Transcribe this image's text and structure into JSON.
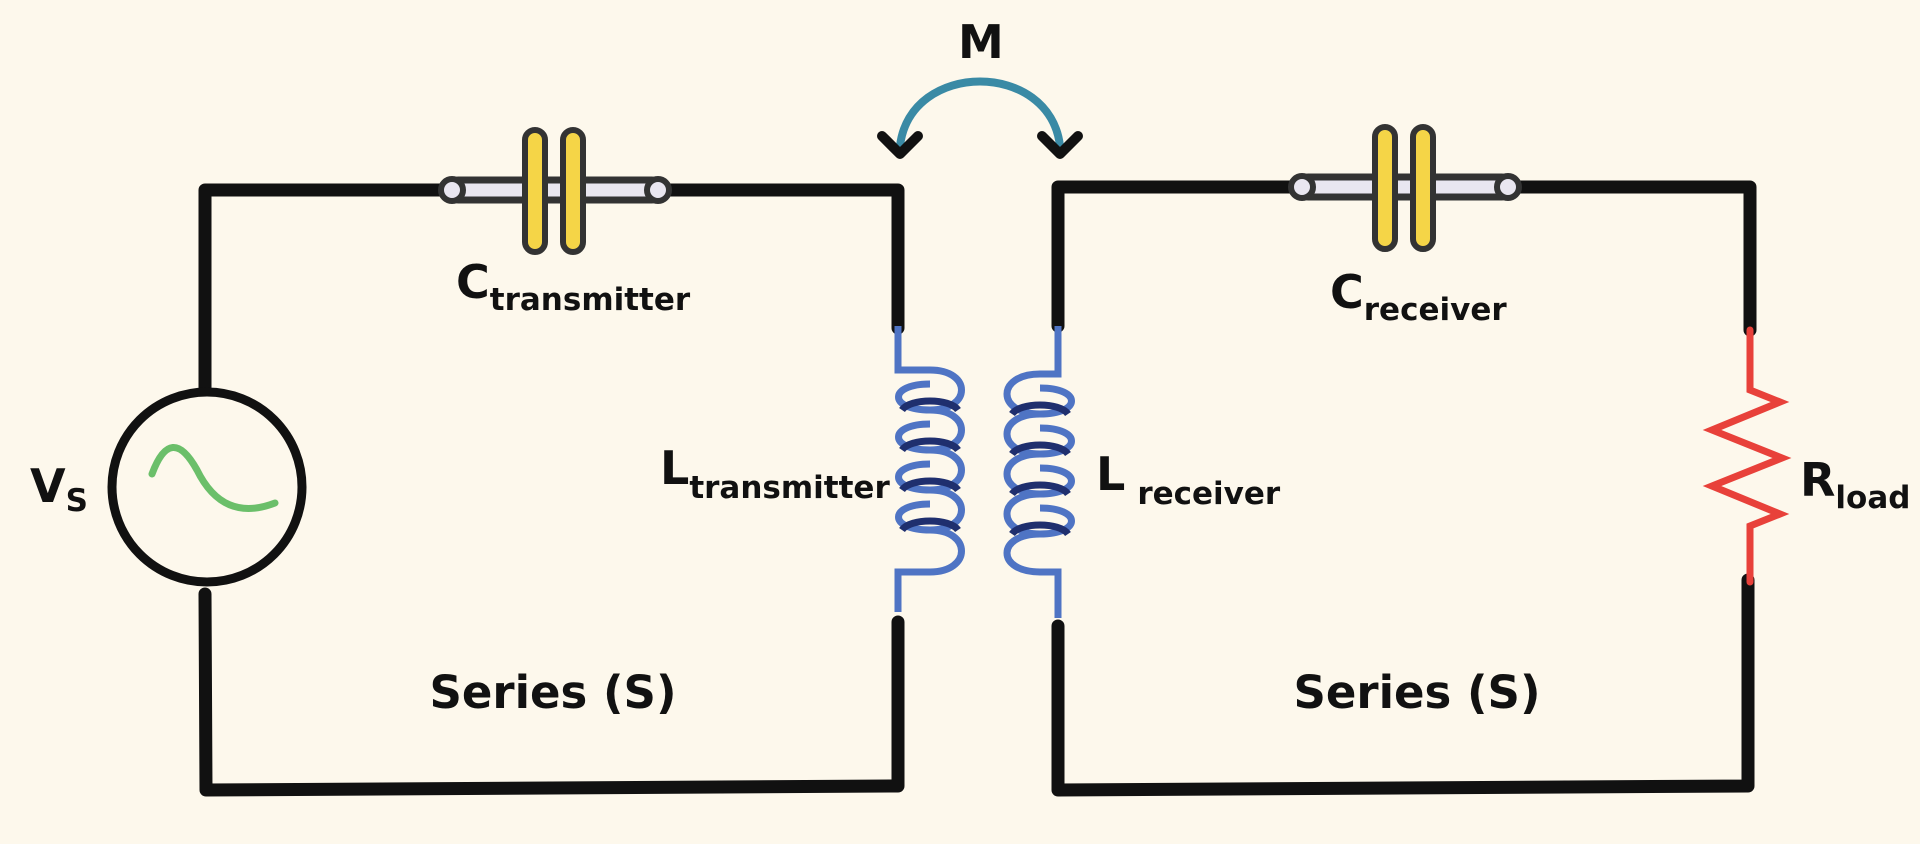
{
  "labels": {
    "mutual": "M",
    "source_main": "V",
    "source_sub": "S",
    "c_tx_main": "C",
    "c_tx_sub": "transmitter",
    "l_tx_main": "L",
    "l_tx_sub": "transmitter",
    "l_rx_main": "L",
    "l_rx_sub": "receiver",
    "c_rx_main": "C",
    "c_rx_sub": "receiver",
    "r_main": "R",
    "r_sub": "load",
    "series_left": "Series (S)",
    "series_right": "Series (S)"
  },
  "colors": {
    "background": "#fdf8ec",
    "wire": "#111111",
    "capacitor_plate": "#f5d547",
    "capacitor_lead": "#e9e6f0",
    "coil_light": "#4f74c4",
    "coil_dark": "#1f2f6e",
    "resistor": "#e8413a",
    "sine": "#6bbf6a",
    "mutual_arrow": "#3a8aa5"
  },
  "icons": {
    "source": "ac-voltage-source-icon",
    "capacitor": "capacitor-icon",
    "inductor": "inductor-coil-icon",
    "resistor": "resistor-icon",
    "coupling": "mutual-inductance-arrow-icon"
  }
}
